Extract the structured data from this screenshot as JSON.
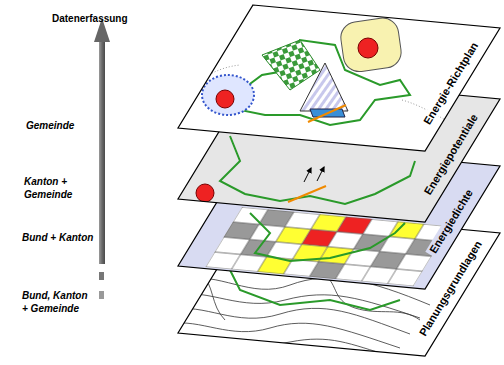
{
  "diagram": {
    "title": "Datenerfassung",
    "nodes": [
      {
        "text": [
          "Energie-Richtplan"
        ]
      },
      {
        "text": [
          "Energiepotentiale"
        ]
      },
      {
        "text": [
          "Energiedichte"
        ]
      },
      {
        "text": [
          "Planungsgrundlagen"
        ]
      }
    ],
    "labels": [
      "Gemeinde",
      "Kanton + Gemeinde",
      "Bund + Kanton",
      "Bund, Kanton + Gemeinde"
    ]
  }
}
